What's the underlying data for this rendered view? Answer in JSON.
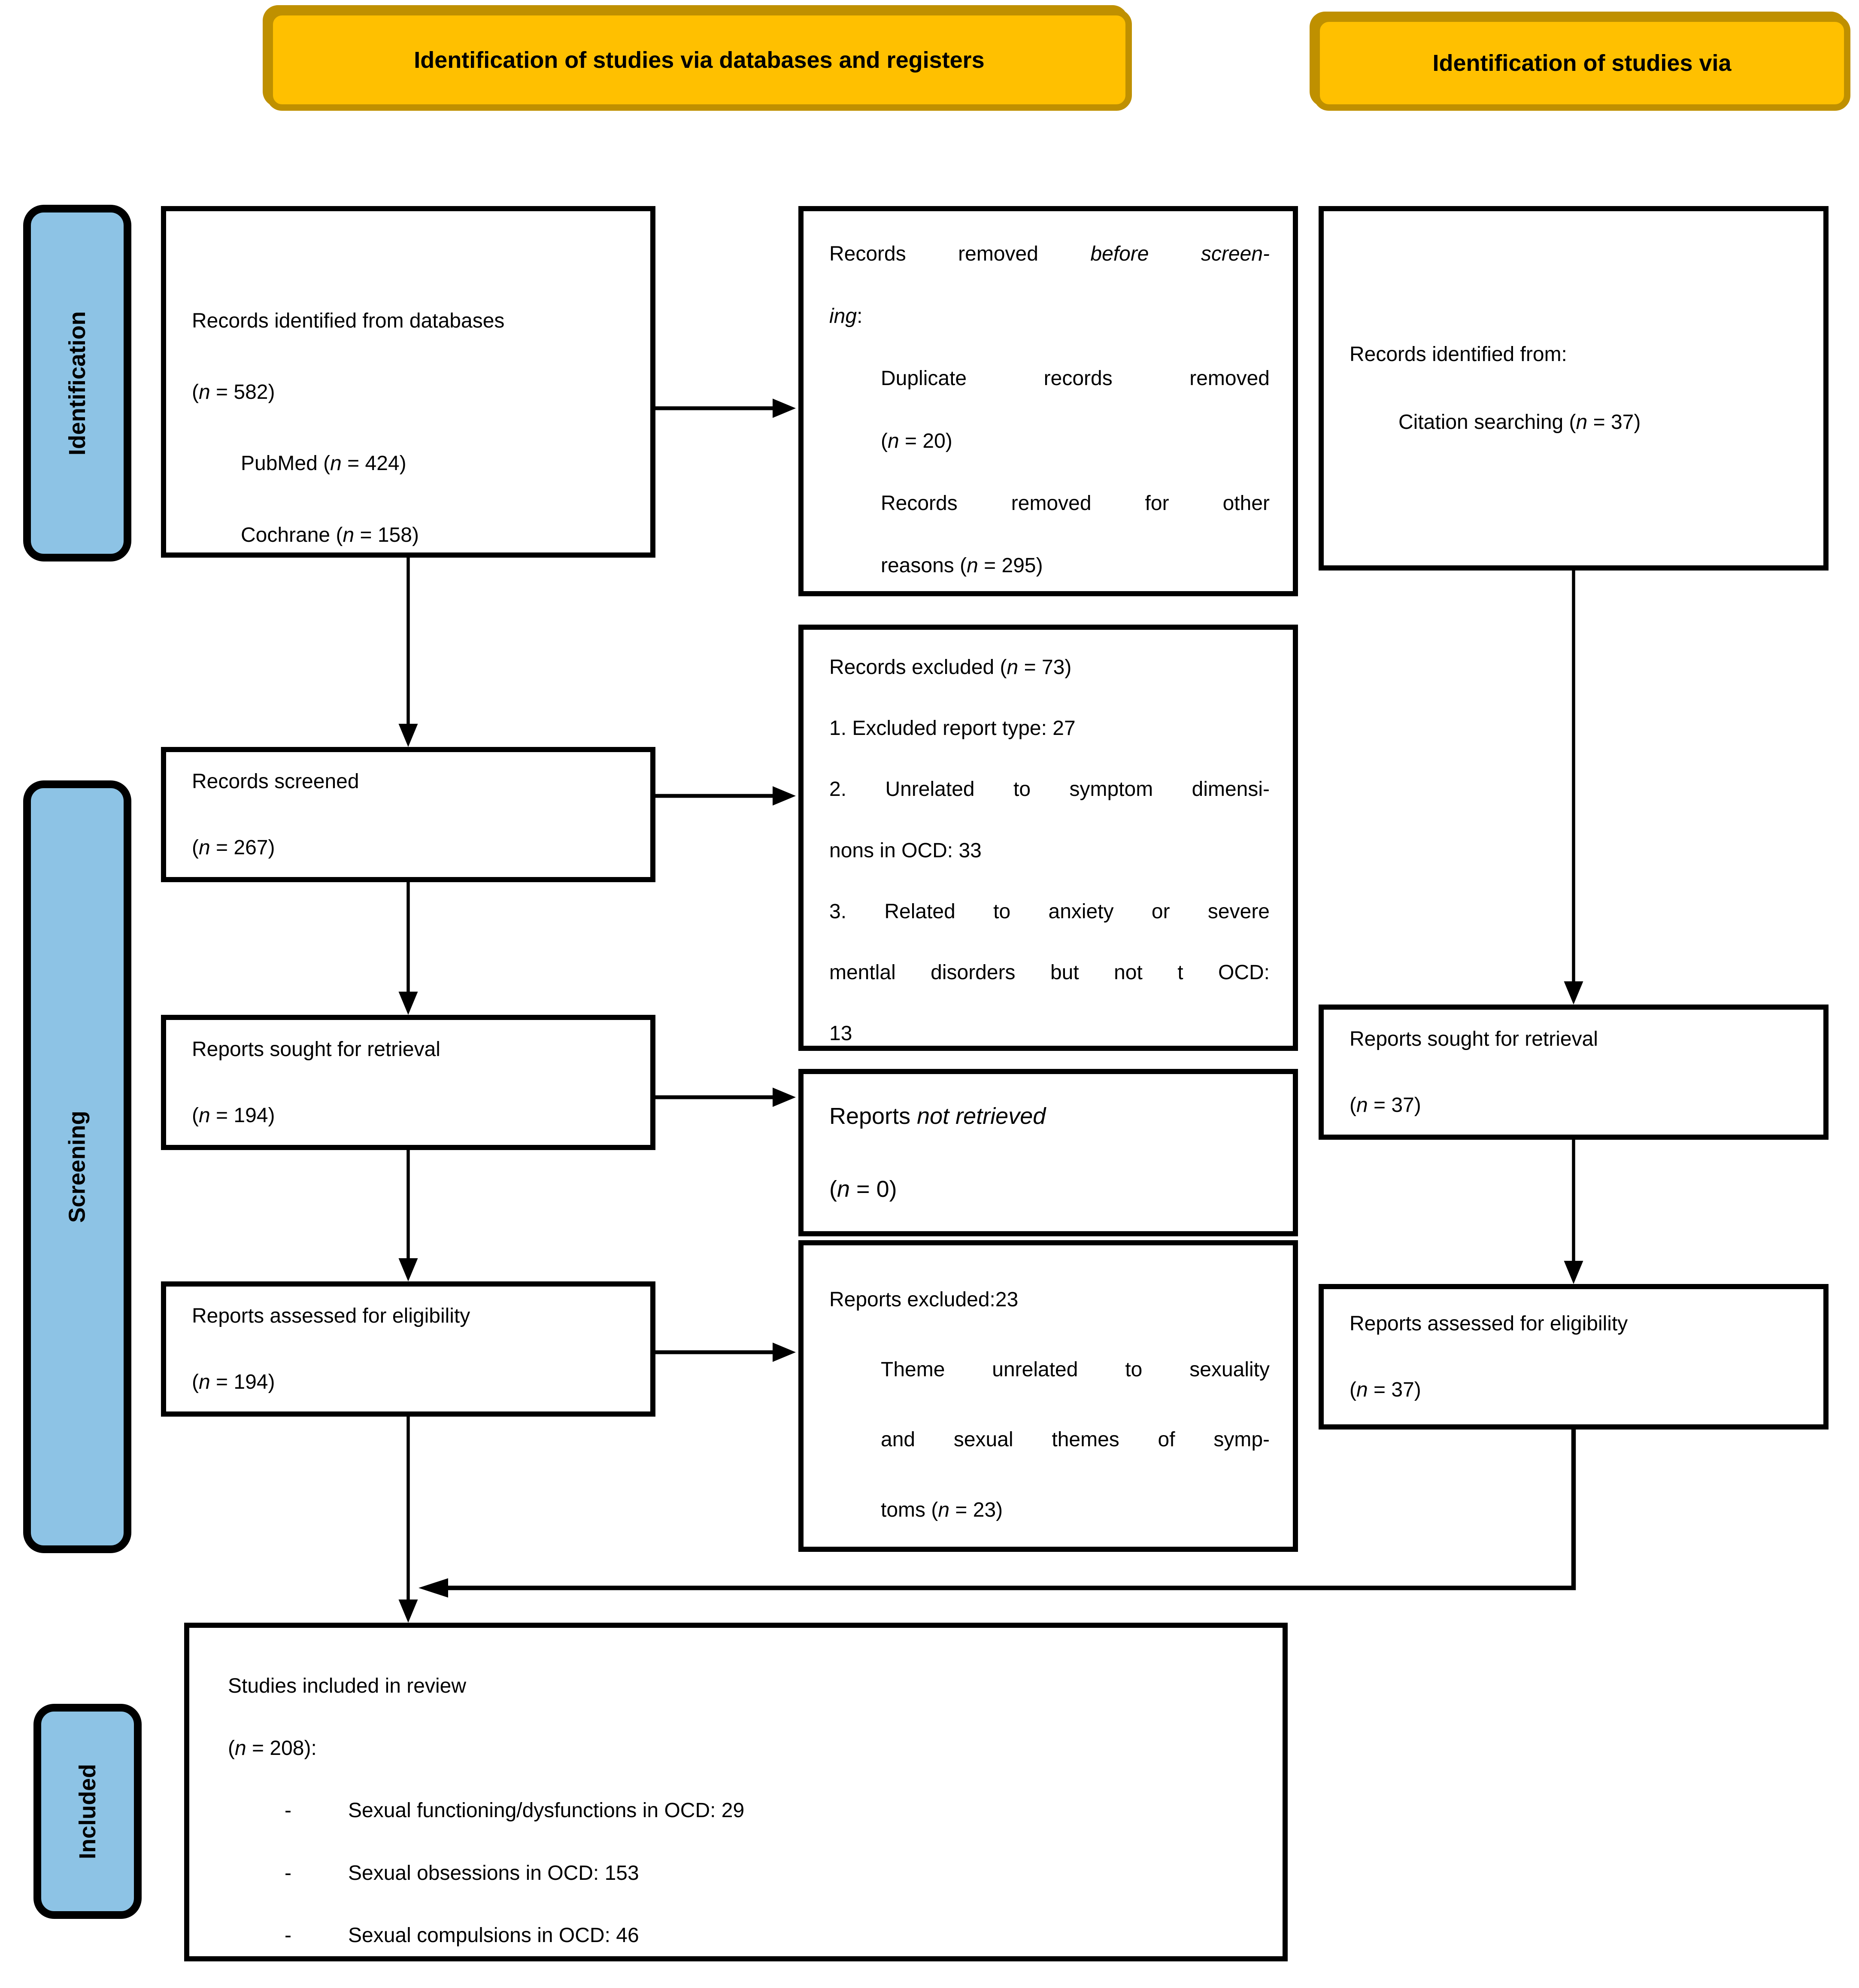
{
  "headers": {
    "left": "Identification of studies via databases and registers",
    "right": "Identification of studies via"
  },
  "stages": {
    "identification": "Identification",
    "screening": "Screening",
    "included": "Included"
  },
  "bullet_marker": "-",
  "colors": {
    "header_fill": "#FFC000",
    "header_border": "#BF9000",
    "stage_fill": "#8DC3E5",
    "box_border": "#000000",
    "text": "#000000"
  },
  "boxes": {
    "records_identified": {
      "lines": [
        {
          "t": "Records identified from databases"
        },
        {
          "t": "(*n* = 582)"
        },
        {
          "t": "PubMed (*n* = 424)",
          "indent": 1
        },
        {
          "t": "Cochrane (*n* = 158)",
          "indent": 1
        }
      ]
    },
    "records_removed": {
      "lines": [
        {
          "t": "Records removed *before screen-*",
          "justify": 1
        },
        {
          "t": "*ing*:"
        },
        {
          "t": "Duplicate records removed",
          "indent": 1,
          "justify": 1
        },
        {
          "t": "(*n* = 20)",
          "indent": 1
        },
        {
          "t": "Records removed for other",
          "indent": 1,
          "justify": 1
        },
        {
          "t": "reasons (*n* = 295)",
          "indent": 1
        }
      ]
    },
    "citation_identified": {
      "lines": [
        {
          "t": "Records identified from:"
        },
        {
          "t": "Citation searching (*n* = 37)",
          "indent": 1
        }
      ]
    },
    "records_screened": {
      "lines": [
        {
          "t": "Records screened"
        },
        {
          "t": "(*n* = 267)"
        }
      ]
    },
    "records_excluded": {
      "lines": [
        {
          "t": "Records excluded (*n* = 73)"
        },
        {
          "t": "1. Excluded report type: 27"
        },
        {
          "t": "2. Unrelated to symptom dimensi-",
          "justify": 1
        },
        {
          "t": "nons in OCD: 33"
        },
        {
          "t": "3. Related to anxiety or severe",
          "justify": 1
        },
        {
          "t": "mentlal disorders but not t OCD:",
          "justify": 1
        },
        {
          "t": "13"
        }
      ]
    },
    "reports_sought": {
      "lines": [
        {
          "t": "Reports sought for retrieval"
        },
        {
          "t": "(*n* = 194)"
        }
      ]
    },
    "reports_not_retrieved": {
      "lines": [
        {
          "t": "Reports *not retrieved*"
        },
        {
          "t": "(*n* = 0)"
        }
      ]
    },
    "reports_sought_citation": {
      "lines": [
        {
          "t": "Reports sought for retrieval"
        },
        {
          "t": "(*n* = 37)"
        }
      ]
    },
    "reports_assessed": {
      "lines": [
        {
          "t": "Reports assessed for eligibility"
        },
        {
          "t": "(*n* = 194)"
        }
      ]
    },
    "reports_excluded": {
      "lines": [
        {
          "t": "Reports excluded:23"
        },
        {
          "t": "Theme unrelated to sexuality",
          "indent": 1,
          "justify": 1
        },
        {
          "t": "and sexual themes of symp-",
          "indent": 1,
          "justify": 1
        },
        {
          "t": "toms (*n* = 23)",
          "indent": 1
        }
      ]
    },
    "reports_assessed_citation": {
      "lines": [
        {
          "t": "Reports assessed for eligibility"
        },
        {
          "t": "(*n* = 37)"
        }
      ]
    },
    "studies_included": {
      "lines": [
        {
          "t": "Studies included in review"
        },
        {
          "t": "(*n* = 208):"
        },
        {
          "t": "Sexual functioning/dysfunctions in OCD: 29",
          "bullet": 1
        },
        {
          "t": "Sexual obsessions in OCD: 153",
          "bullet": 1
        },
        {
          "t": "Sexual compulsions in OCD: 46",
          "bullet": 1
        }
      ]
    }
  }
}
